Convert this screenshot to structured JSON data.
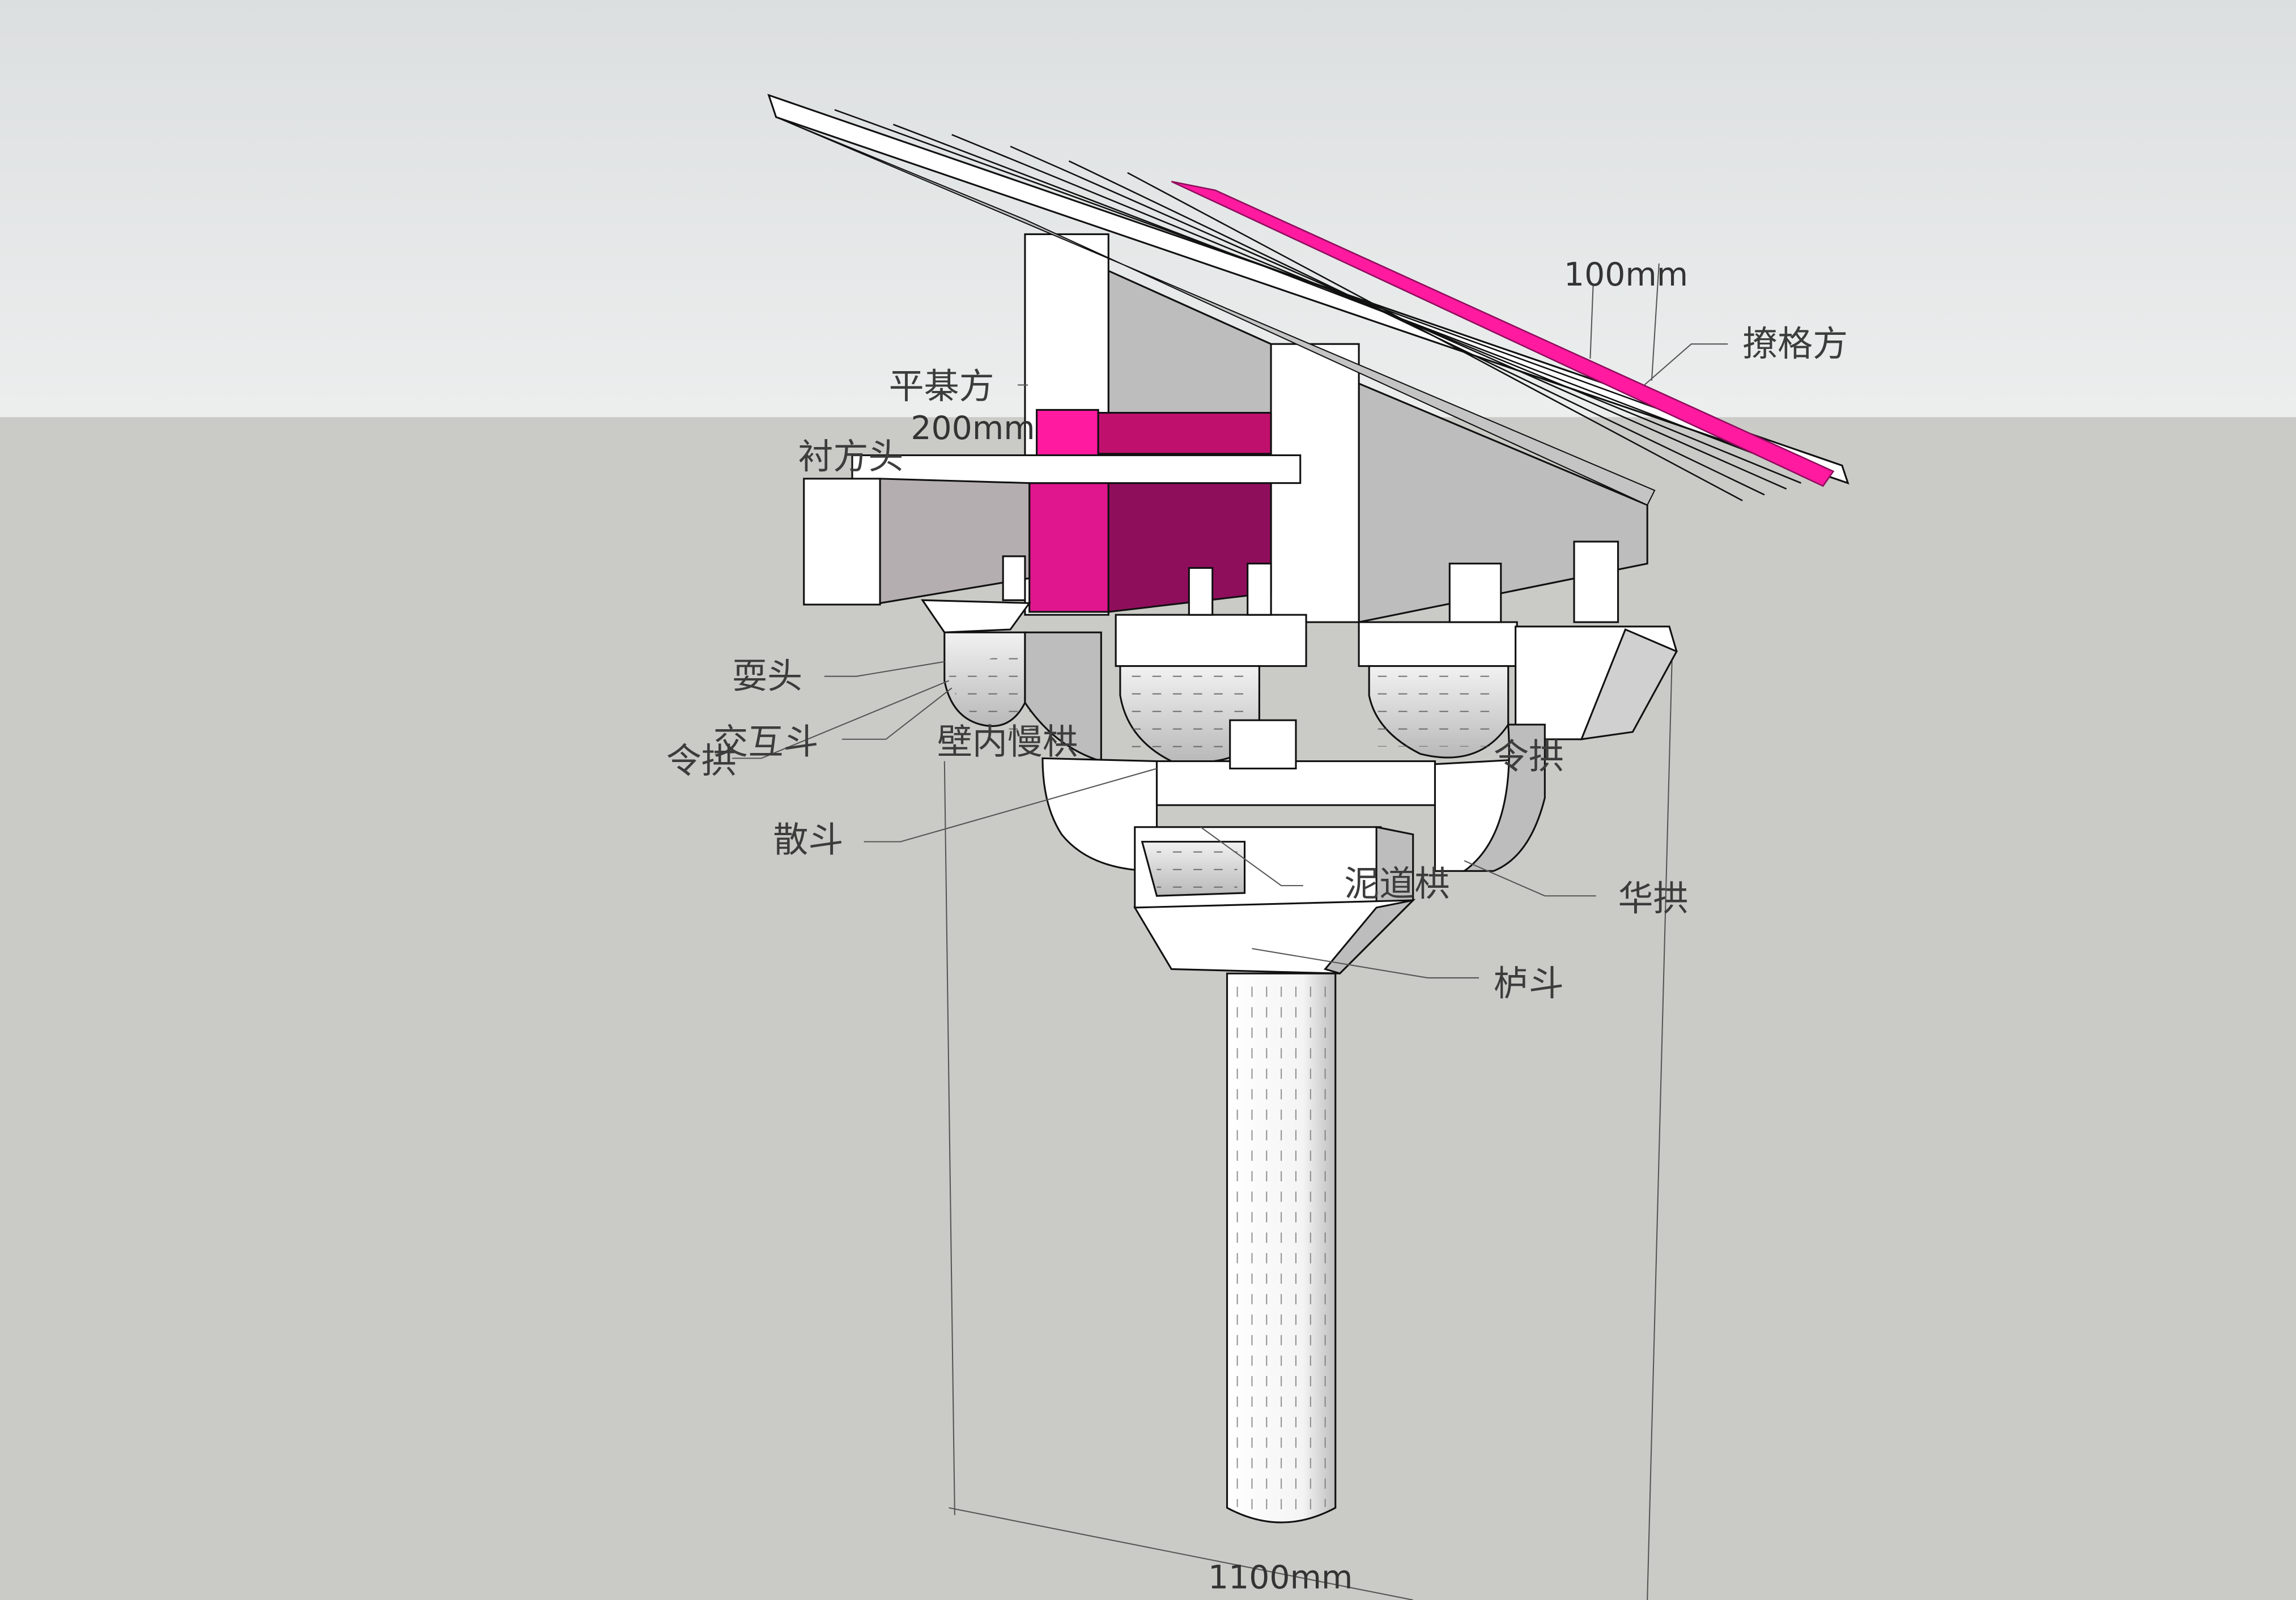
{
  "scene": {
    "sky_color": "#e4e7e8",
    "ground_color": "#cacbc6",
    "accent_pink": "#ff1aa0",
    "accent_dark_pink": "#8e0e5c"
  },
  "labels": {
    "ping_qi_fang": "平棊方",
    "chen_fang_tou": "衬方头",
    "shua_tou": "耍头",
    "jiao_hu_dou": "交互斗",
    "ling_gong_left": "令拱",
    "bi_nei_man_gong": "壁内慢栱",
    "san_dou": "散斗",
    "ni_dao_gong": "泥道栱",
    "hua_gong": "华拱",
    "lu_dou": "栌斗",
    "ling_gong_right": "令拱",
    "liao_ge_fang": "撩格方"
  },
  "dimensions": {
    "d200": "200mm",
    "d100": "100mm",
    "d1100": "1100mm"
  }
}
